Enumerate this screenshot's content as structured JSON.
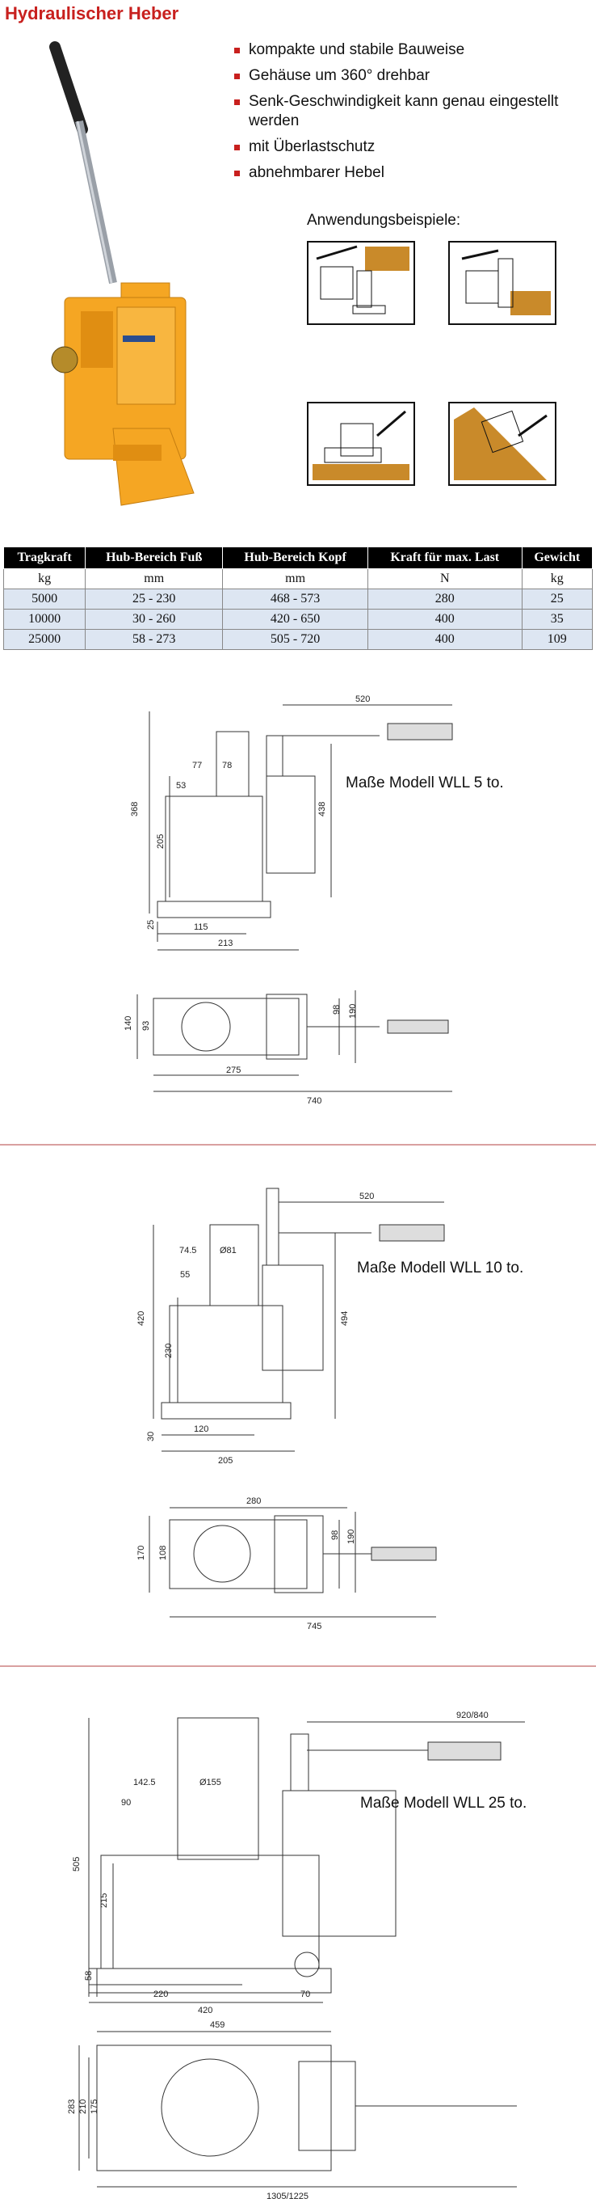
{
  "title": "Hydraulischer Heber",
  "features": [
    "kompakte und stabile Bauweise",
    "Gehäuse um 360° drehbar",
    "Senk-Geschwindigkeit kann genau eingestellt werden",
    "mit Überlastschutz",
    "abnehmbarer Hebel"
  ],
  "examples_label": "Anwendungsbeispiele:",
  "table": {
    "headers": [
      "Tragkraft",
      "Hub-Bereich Fuß",
      "Hub-Bereich Kopf",
      "Kraft für max. Last",
      "Gewicht"
    ],
    "units": [
      "kg",
      "mm",
      "mm",
      "N",
      "kg"
    ],
    "rows": [
      [
        "5000",
        "25 - 230",
        "468 - 573",
        "280",
        "25"
      ],
      [
        "10000",
        "30 - 260",
        "420 - 650",
        "400",
        "35"
      ],
      [
        "25000",
        "58 - 273",
        "505 - 720",
        "400",
        "109"
      ]
    ]
  },
  "drawings": [
    {
      "label": "Maße Modell WLL 5 to.",
      "side_dims": [
        "520",
        "77",
        "78",
        "53",
        "368",
        "205",
        "438",
        "25",
        "115",
        "213"
      ],
      "top_dims": [
        "98",
        "190",
        "140",
        "93",
        "275",
        "740"
      ]
    },
    {
      "label": "Maße Modell WLL 10 to.",
      "side_dims": [
        "520",
        "74.5",
        "Ø81",
        "55",
        "420",
        "230",
        "494",
        "30",
        "120",
        "205"
      ],
      "top_dims": [
        "280",
        "98",
        "190",
        "170",
        "108",
        "745"
      ]
    },
    {
      "label": "Maße Modell WLL 25 to.",
      "side_dims": [
        "920/840",
        "142.5",
        "Ø155",
        "90",
        "505",
        "215",
        "58",
        "220",
        "420",
        "70"
      ],
      "top_dims": [
        "459",
        "283",
        "210",
        "175",
        "1305/1225"
      ]
    }
  ],
  "colors": {
    "title": "#c8201e",
    "bullet": "#c8201e",
    "jack": "#f5a623",
    "table_header": "#000000",
    "table_row": "#dde6f2",
    "separator": "#d9a0a0"
  }
}
